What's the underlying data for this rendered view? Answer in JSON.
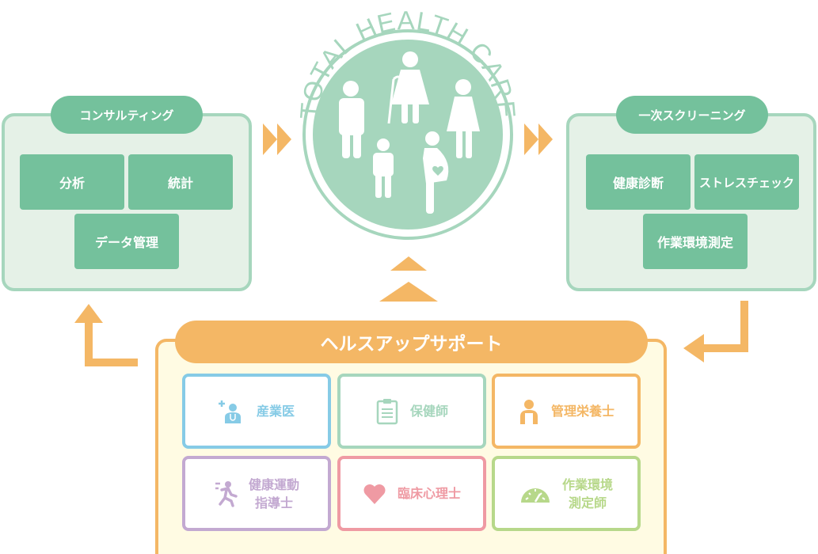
{
  "center": {
    "arc_title": "TOTAL HEALTH CARE",
    "icons": [
      "man-icon",
      "elderly-woman-with-cane-icon",
      "woman-icon",
      "child-icon",
      "pregnant-woman-icon"
    ]
  },
  "left_panel": {
    "title": "コンサルティング",
    "items": [
      "分析",
      "統計",
      "データ管理"
    ]
  },
  "right_panel": {
    "title": "一次スクリーニング",
    "items": [
      "健康診断",
      "ストレスチェック",
      "作業環境測定"
    ]
  },
  "support": {
    "title": "ヘルスアップサポート",
    "items": [
      {
        "label": "産業医",
        "icon": "doctor-icon",
        "color": "#86cbe6"
      },
      {
        "label": "保健師",
        "icon": "clipboard-icon",
        "color": "#a6d6bd"
      },
      {
        "label": "管理栄養士",
        "icon": "dietitian-icon",
        "color": "#f4b765"
      },
      {
        "line1": "健康運動",
        "line2": "指導士",
        "icon": "running-person-icon",
        "color": "#c3a9d1"
      },
      {
        "label": "臨床心理士",
        "icon": "heart-icon",
        "color": "#ef9aa3"
      },
      {
        "line1": "作業環境",
        "line2": "測定師",
        "icon": "gauge-icon",
        "color": "#b7d88a"
      }
    ]
  },
  "colors": {
    "green_dark": "#74c19c",
    "green_border": "#a6d6bd",
    "green_panel": "#e5f1e7",
    "orange": "#f4b765",
    "yellow_panel": "#fffbe3"
  }
}
